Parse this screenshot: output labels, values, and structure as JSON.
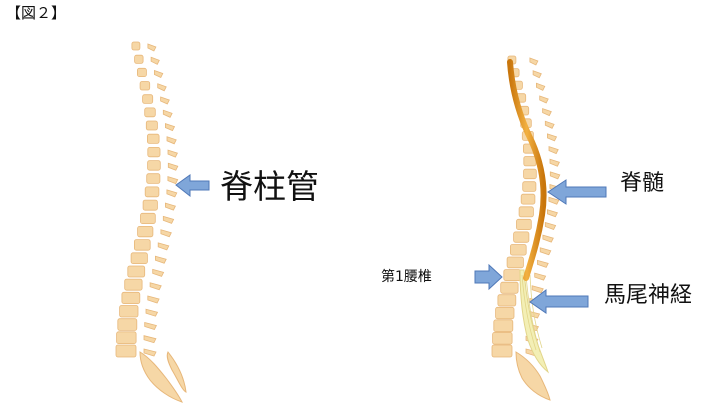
{
  "figure_label": "【図２】",
  "labels": {
    "spinal_canal": "脊柱管",
    "spinal_cord": "脊髄",
    "first_lumbar": "第1腰椎",
    "cauda_equina": "馬尾神経"
  },
  "colors": {
    "vertebra": "#f6d7a6",
    "vertebra_edge": "#e7b77a",
    "vertebra_dark": "#dfa665",
    "cord": "#d98613",
    "cord_light": "#f2b041",
    "cauda": "#f3efb5",
    "arrow_fill": "#7fa6d9",
    "arrow_edge": "#4f78b8"
  },
  "icons": [
    "arrow-left-icon",
    "arrow-right-icon"
  ]
}
